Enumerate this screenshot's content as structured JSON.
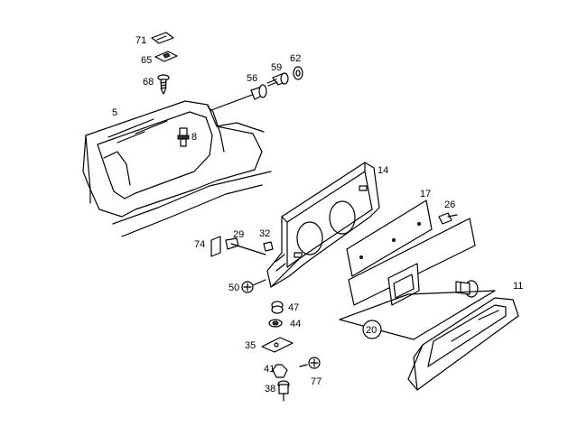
{
  "diagram": {
    "labels": {
      "p5": "5",
      "p8": "8",
      "p11": "11",
      "p14": "14",
      "p17": "17",
      "p20": "20",
      "p26": "26",
      "p29": "29",
      "p32": "32",
      "p35": "35",
      "p38": "38",
      "p41": "41",
      "p44": "44",
      "p47": "47",
      "p50": "50",
      "p56": "56",
      "p59": "59",
      "p62": "62",
      "p65": "65",
      "p68": "68",
      "p71": "71",
      "p74": "74",
      "p77": "77"
    }
  }
}
